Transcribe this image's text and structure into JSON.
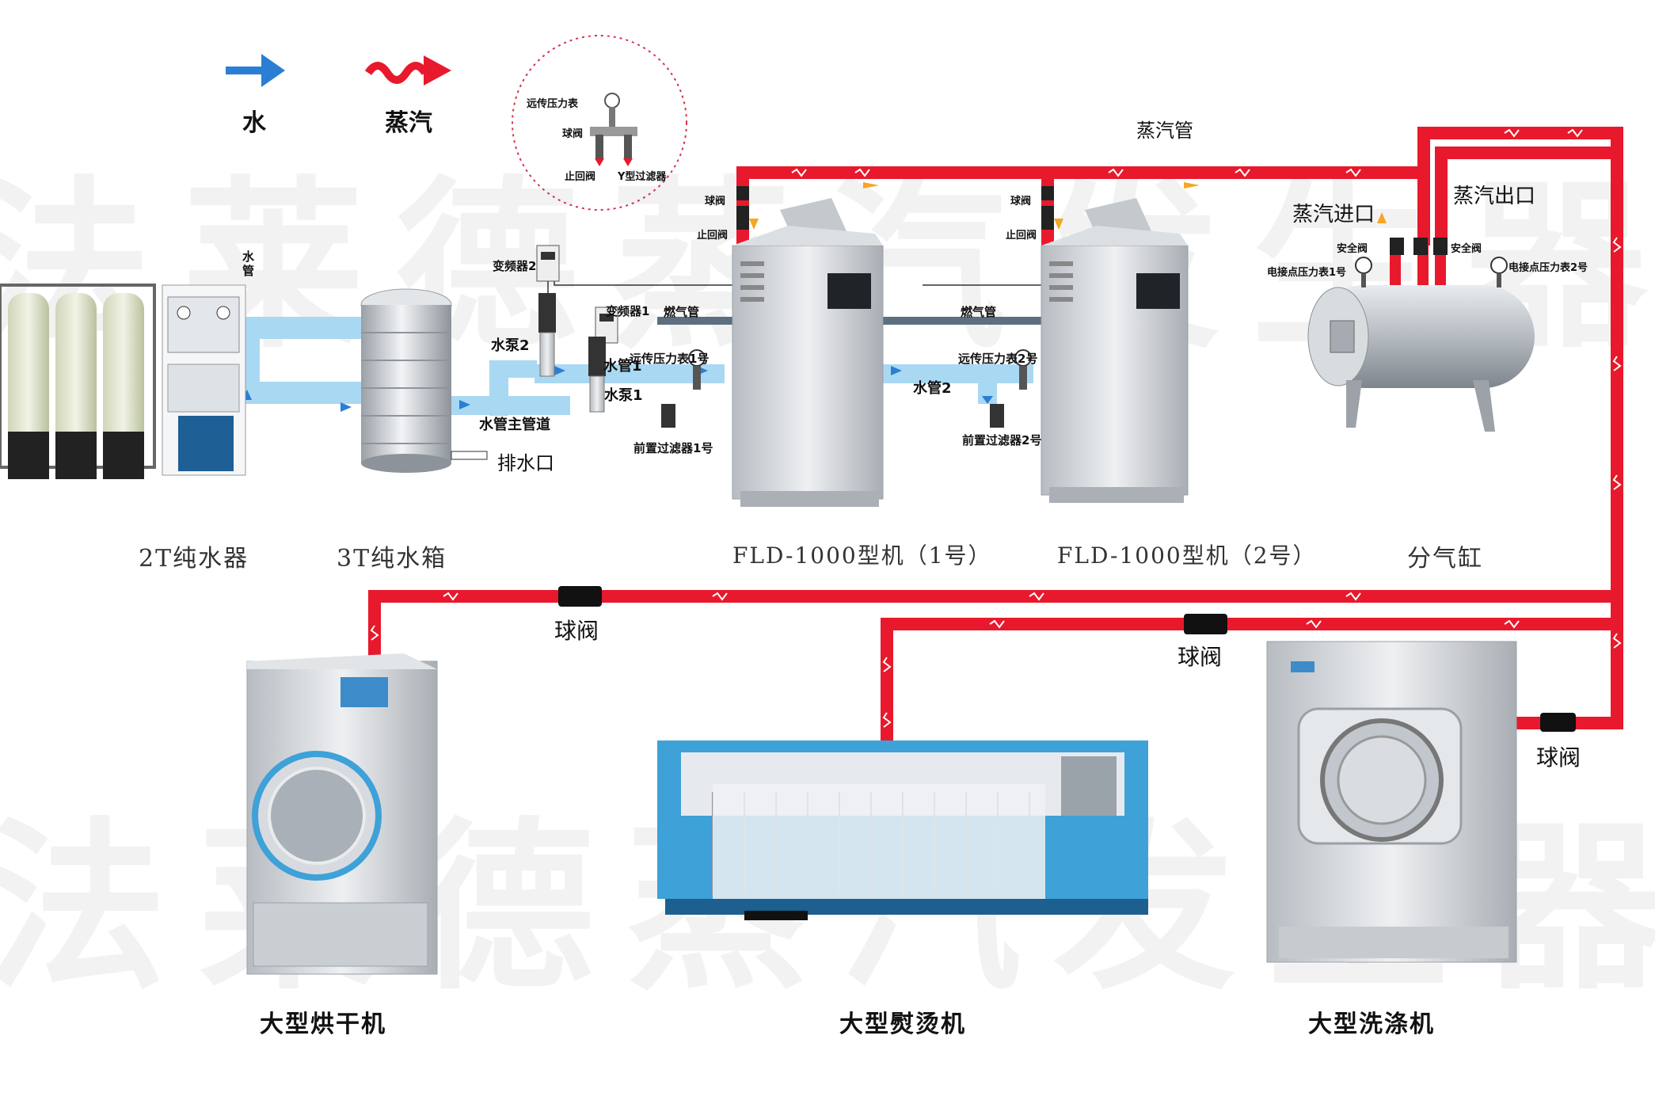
{
  "legend": {
    "water": "水",
    "steam": "蒸汽"
  },
  "watermark": "法莱德蒸汽发生器",
  "inset": {
    "gauge": "远传压力表",
    "valve": "球阀",
    "check": "止回阀",
    "filter": "Y型过滤器"
  },
  "labels": {
    "water_pipe": "水管",
    "drain": "排水口",
    "main_water": "水管主管道",
    "vfd1": "变频器1",
    "vfd2": "变频器2",
    "pump1": "水泵1",
    "pump2": "水泵2",
    "water_pipe1": "水管1",
    "water_pipe2": "水管2",
    "gauge1": "远传压力表1号",
    "gauge2": "远传压力表2号",
    "filter1": "前置过滤器1号",
    "filter2": "前置过滤器2号",
    "gas1": "燃气管",
    "gas2": "燃气管",
    "steam_pipe": "蒸汽管",
    "ball1": "球阀",
    "check1": "止回阀",
    "ball2": "球阀",
    "check2": "止回阀",
    "steam_in": "蒸汽进口",
    "steam_out": "蒸汽出口",
    "safety1": "安全阀",
    "safety2": "安全阀",
    "cp1": "电接点压力表1号",
    "cp2": "电接点压力表2号",
    "bv_a": "球阀",
    "bv_b": "球阀",
    "bv_c": "球阀"
  },
  "captions": {
    "purifier": "2T纯水器",
    "tank": "3T纯水箱",
    "gen1": "FLD-1000型机（1号）",
    "gen2": "FLD-1000型机（2号）",
    "header": "分气缸",
    "dryer": "大型烘干机",
    "ironer": "大型熨烫机",
    "washer": "大型洗涤机"
  },
  "colors": {
    "water": "#2a7fd4",
    "water_pipe": "#a9d8f2",
    "steam": "#e8192c",
    "steel": "#c8ccd0",
    "blue_machine": "#3ea1d8"
  }
}
